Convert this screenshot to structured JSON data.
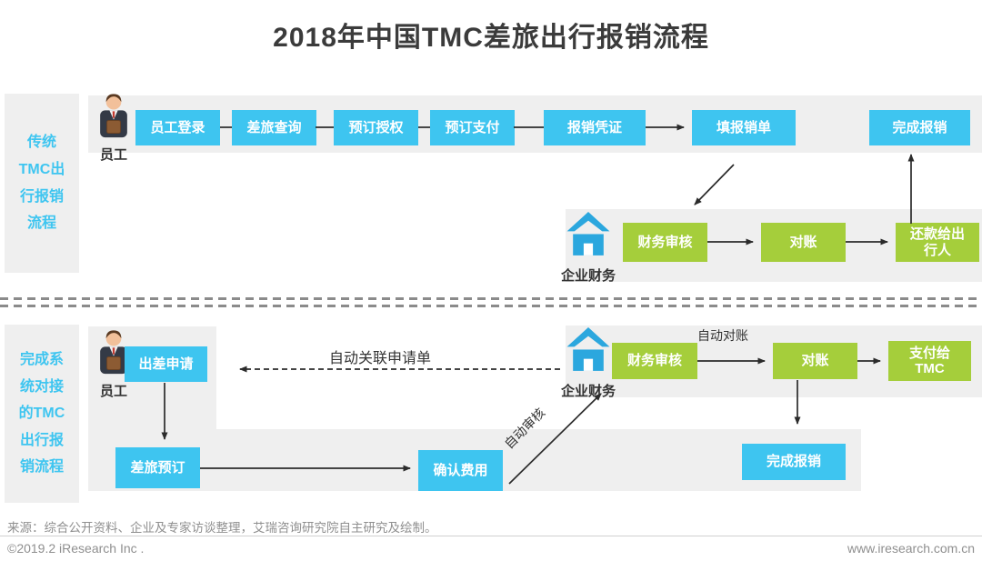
{
  "title": "2018年中国TMC差旅出行报销流程",
  "colors": {
    "accent_blue": "#3ec5f0",
    "accent_green": "#a5ce3b",
    "panel_gray": "#efefef",
    "icon_blue": "#2ba7de"
  },
  "traditional": {
    "sidebar_label": "传统\nTMC出\n行报销\n流程",
    "employee_label": "员工",
    "finance_label": "企业财务",
    "employee_steps": [
      "员工登录",
      "差旅查询",
      "预订授权",
      "预订支付",
      "报销凭证",
      "填报销单",
      "完成报销"
    ],
    "finance_steps": [
      "财务审核",
      "对账",
      "还款给出\n行人"
    ]
  },
  "integrated": {
    "sidebar_label": "完成系\n统对接\n的TMC\n出行报\n销流程",
    "employee_label": "员工",
    "finance_label": "企业财务",
    "steps": {
      "trip_request": "出差申请",
      "travel_booking": "差旅预订",
      "confirm_expense": "确认费用",
      "finance_review": "财务审核",
      "reconciliation": "对账",
      "pay_tmc": "支付给\nTMC",
      "complete_reimbursement": "完成报销"
    },
    "annotations": {
      "auto_link_request": "自动关联申请单",
      "auto_reconcile": "自动对账",
      "auto_review": "自动审核"
    }
  },
  "footer": {
    "source": "来源：综合公开资料、企业及专家访谈整理，艾瑞咨询研究院自主研究及绘制。",
    "copyright": "©2019.2 iResearch Inc .",
    "website": "www.iresearch.com.cn"
  }
}
